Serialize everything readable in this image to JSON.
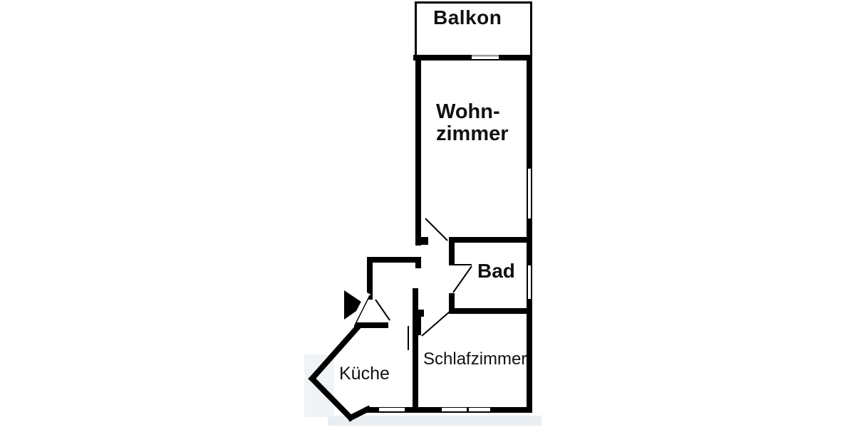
{
  "page": {
    "type": "apartment-floor-plan",
    "background": "#ffffff"
  },
  "rooms": {
    "balkon": {
      "label": "Balkon"
    },
    "wohnzimmer": {
      "label_line1": "Wohn-",
      "label_line2": "zimmer"
    },
    "bad": {
      "label": "Bad"
    },
    "schlafzimmer": {
      "label": "Schlafzimmer"
    },
    "kueche": {
      "label": "Küche"
    }
  },
  "icons": {
    "entrance_arrow": "entrance-direction-arrow"
  },
  "colors": {
    "wall": "#000000",
    "background": "#ffffff",
    "balcony_door_line": "#999999",
    "shadow_tint": "#e9eef3"
  }
}
